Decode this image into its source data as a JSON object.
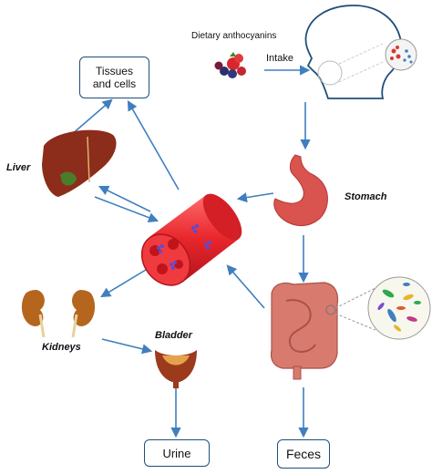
{
  "diagram": {
    "nodes": {
      "tissues": "Tissues\nand cells",
      "urine": "Urine",
      "feces": "Feces"
    },
    "labels": {
      "dietary": "Dietary anthocyanins",
      "intake": "Intake",
      "liver": "Liver",
      "stomach": "Stomach",
      "kidneys": "Kidneys",
      "bladder": "Bladder"
    },
    "colors": {
      "arrow": "#3f7fbf",
      "box_border": "#1f4e79",
      "vessel": "#e8262c",
      "liver": "#8b2d1a",
      "stomach": "#d9534f",
      "intestine": "#d87a6e",
      "kidney": "#b5651d",
      "anthocyanin": "#5a4bd6"
    },
    "icons": [
      "head-silhouette-icon",
      "berries-icon",
      "liver-icon",
      "stomach-icon",
      "blood-vessel-icon",
      "kidneys-icon",
      "bladder-icon",
      "intestine-icon",
      "gut-microbiota-icon",
      "molecule-zoom-icon"
    ]
  }
}
